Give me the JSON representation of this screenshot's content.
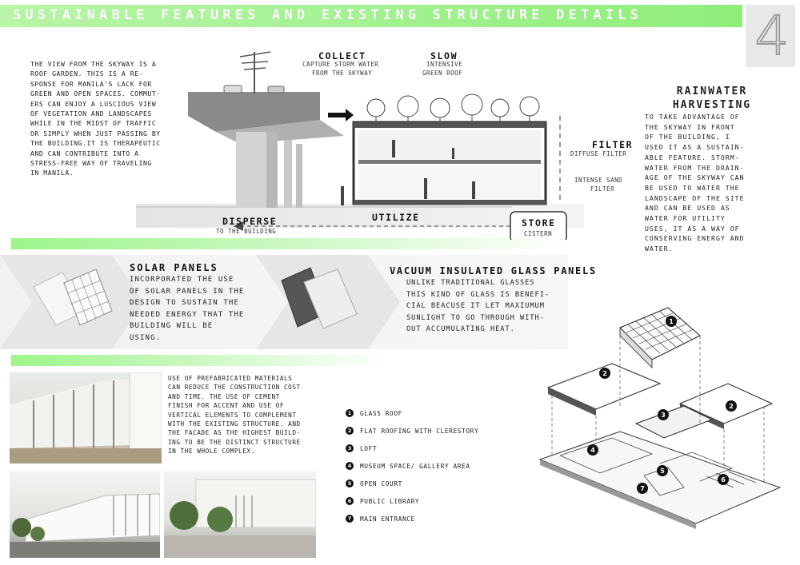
{
  "header": {
    "title": "SUSTAINABLE FEATURES AND EXISTING STRUCTURE DETAILS",
    "page_number": "4"
  },
  "intro": {
    "lines": [
      "THE VIEW FROM THE SKYWAY IS A",
      "ROOF GARDEN. THIS IS A RE-",
      "SPONSE FOR MANILA'S LACK FOR",
      "GREEN AND OPEN SPACES. COMMUT-",
      "ERS CAN ENJOY A LUSCIOUS VIEW",
      "OF VEGETATION AND LANDSCAPES",
      "WHILE IN THE MIDST OF TRAFFIC",
      "OR SIMPLY WHEN JUST PASSING BY",
      "THE BUILDING.IT IS THERAPEUTIC",
      "AND CAN CONTRIBUTE INTO A",
      "STRESS-FREE WAY OF TRAVELING",
      "IN MANILA."
    ]
  },
  "diagram": {
    "collect_title": "COLLECT",
    "collect_sub1": "CAPTURE STORM WATER",
    "collect_sub2": "FROM THE SKYWAY",
    "slow_title": "SLOW",
    "slow_sub1": "INTENSIVE",
    "slow_sub2": "GREEN ROOF",
    "filter_title": "FILTER",
    "filter_sub1": "DIFFUSE FILTER",
    "filter_sub2a": "INTENSE SAND",
    "filter_sub2b": "FILTER",
    "disperse_title": "DISPERSE",
    "disperse_sub": "TO THE BUILDING",
    "utilize_title": "UTILIZE",
    "store_title": "STORE",
    "store_sub": "CISTERN"
  },
  "rainwater": {
    "title1": "RAINWATER",
    "title2": "HARVESTING",
    "lines": [
      "TO TAKE ADVANTAGE OF",
      "THE SKYWAY IN FRONT",
      "OF THE BUILDING, I",
      "USED IT AS A SUSTAIN-",
      "ABLE FEATURE. STORM-",
      "WATER FROM THE DRAIN-",
      "AGE OF THE SKYWAY CAN",
      "BE USED TO WATER THE",
      "LANDSCAPE OF THE SITE",
      "AND CAN BE USED AS",
      "WATER FOR UTILITY",
      "USES, IT AS A WAY OF",
      "CONSERVING ENERGY AND",
      "WATER."
    ]
  },
  "solar": {
    "title": "SOLAR PANELS",
    "lines": [
      "INCORPORATED THE USE",
      "OF SOLAR PANELS IN THE",
      "DESIGN TO SUSTAIN THE",
      "NEEDED ENERGY THAT THE",
      "BUILDING WILL BE",
      "USING."
    ]
  },
  "vacuum": {
    "title": "VACUUM INSULATED GLASS PANELS",
    "lines": [
      "UNLIKE TRADITIONAL GLASSES",
      "THIS KIND OF GLASS IS BENEFI-",
      "CIAL BEACUSE IT LET MAXIUMUM",
      "SUNLIGHT TO GO THROUGH WITH-",
      "OUT ACCUMULATING HEAT."
    ]
  },
  "prefab": {
    "lines": [
      "USE OF PREFABRICATED MATERIALS",
      "CAN REDUCE THE CONSTRUCTION COST",
      "AND TIME. THE USE OF CEMENT",
      "FINISH FOR ACCENT AND USE OF",
      "VERTICAL ELEMENTS TO COMPLEMENT",
      "WITH THE EXISTING STRUCTURE. AND",
      "THE FACADE AS THE HIGHEST BUILD-",
      "ING TO BE THE DISTINCT STRUCTURE",
      "IN THE WHOLE COMPLEX."
    ]
  },
  "legend": [
    {
      "num": "1",
      "label": "GLASS ROOF"
    },
    {
      "num": "2",
      "label": "FLAT ROOFING WITH CLERESTORY"
    },
    {
      "num": "3",
      "label": "LOFT"
    },
    {
      "num": "4",
      "label": "MUSEUM SPACE/ GALLERY AREA"
    },
    {
      "num": "5",
      "label": "OPEN COURT"
    },
    {
      "num": "6",
      "label": "PUBLIC LIBRARY"
    },
    {
      "num": "7",
      "label": "MAIN ENTRANCE"
    }
  ],
  "axon_markers": [
    "1",
    "2",
    "2",
    "3",
    "4",
    "5",
    "6",
    "7"
  ],
  "colors": {
    "accent_green": "#8fee7a",
    "light_green": "#c7f8bd",
    "panel_gray": "#f1f1f1"
  }
}
